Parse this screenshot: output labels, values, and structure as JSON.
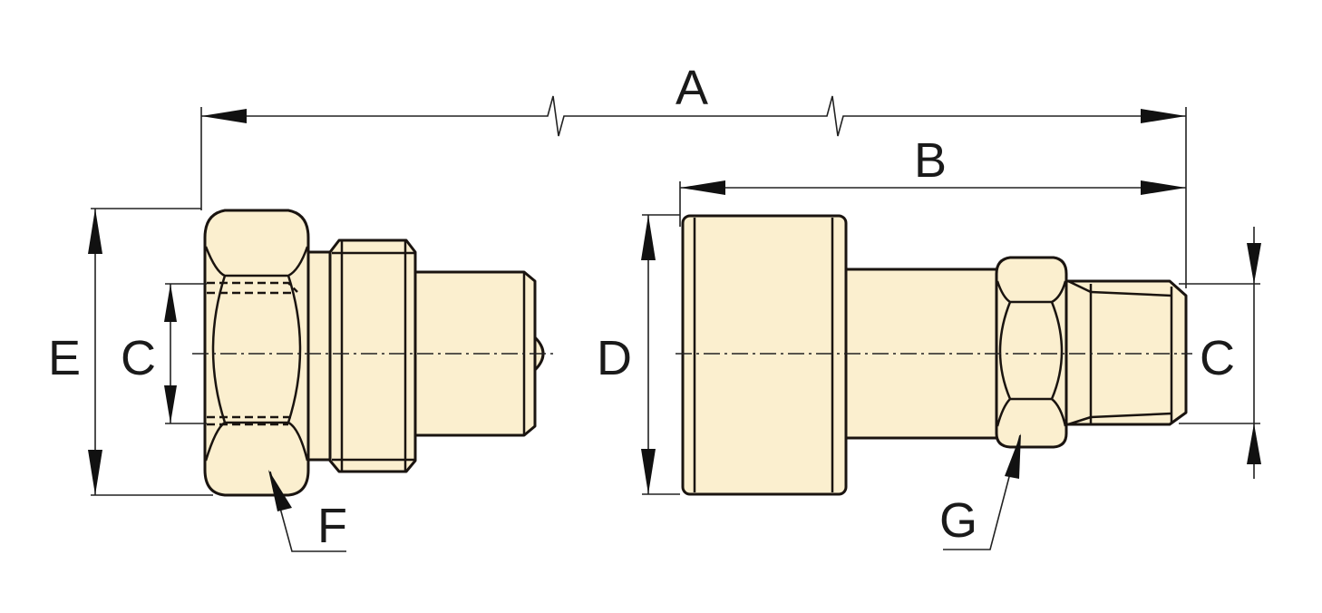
{
  "diagram": {
    "labels": {
      "A": "A",
      "B": "B",
      "C_left": "C",
      "C_right": "C",
      "D": "D",
      "E": "E",
      "F": "F",
      "G": "G"
    },
    "colors": {
      "part_fill": "#fbefcf",
      "outline": "#1a1410"
    }
  }
}
